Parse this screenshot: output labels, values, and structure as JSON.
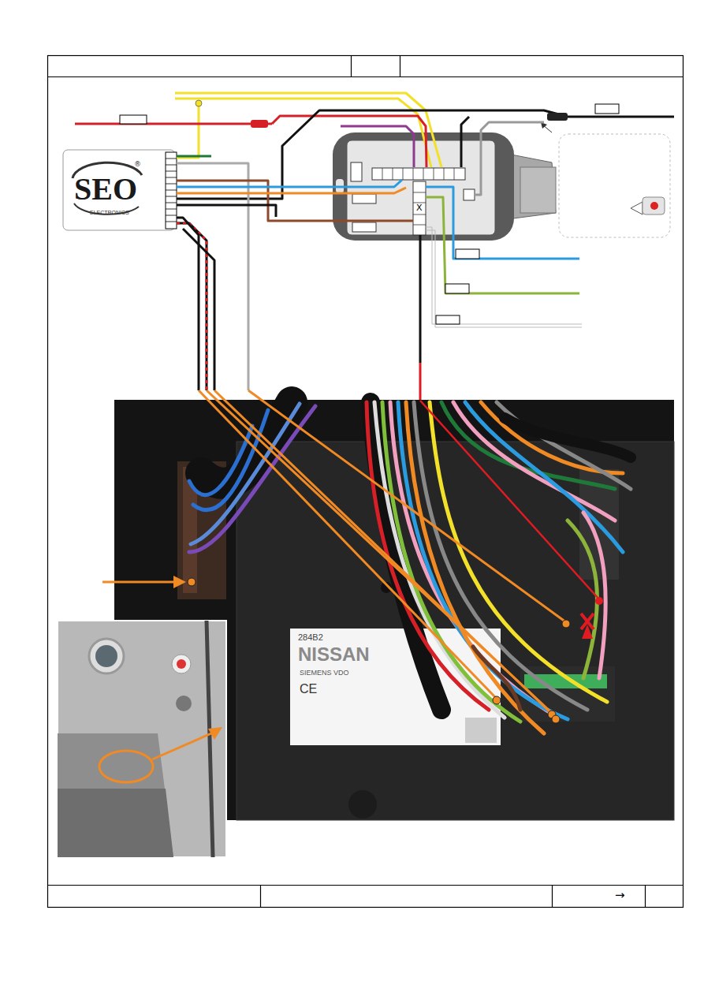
{
  "diagram": {
    "nodes": [
      {
        "text": [
          "SEO",
          "ELECTRONICS"
        ]
      },
      {
        "text": [
          "284B2",
          "NISSAN",
          "SIEMENS VDO",
          "CE"
        ]
      }
    ],
    "labels": [
      "®",
      "X",
      "→"
    ]
  }
}
